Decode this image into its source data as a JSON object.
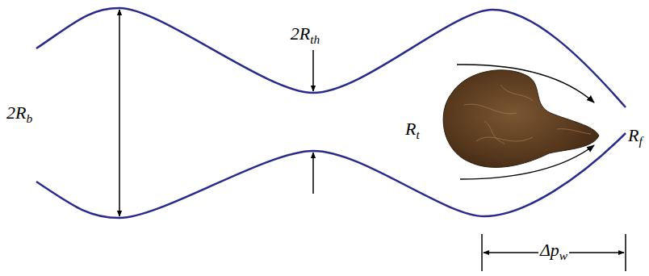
{
  "diagram": {
    "labels": [
      "2Rb",
      "2Rth",
      "Rt",
      "Rf",
      "Δpw"
    ]
  }
}
